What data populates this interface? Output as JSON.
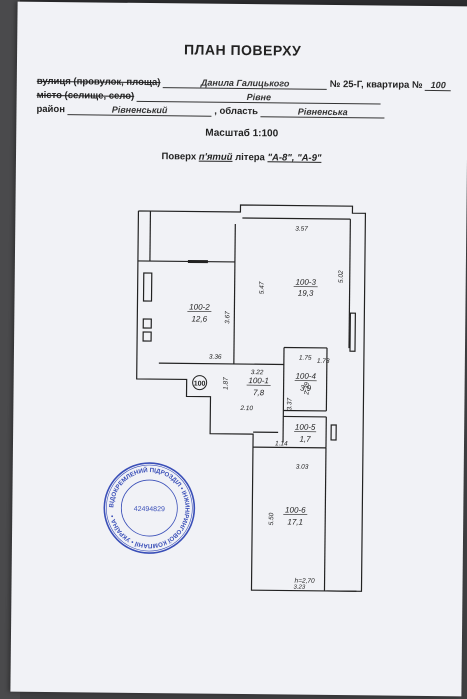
{
  "document": {
    "title": "ПЛАН ПОВЕРХУ",
    "street_label": "вулиця (провулок, площа)",
    "street_value": "Данила Галицького",
    "number_label": "№ 25-Г,",
    "apartment_label": "квартира №",
    "apartment_value": "100",
    "city_label": "місто (селище, село)",
    "city_value": "Рівне",
    "district_label": "район",
    "district_value": "Рівненський",
    "region_label": ", область",
    "region_value": "Рівненська",
    "scale": "Масштаб 1:100",
    "floor_prefix": "Поверх",
    "floor_value": "п'ятий",
    "letter_label": "літера",
    "letter_value": "\"А-8\", \"А-9\""
  },
  "plan": {
    "apartment_tag": "100",
    "rooms": [
      {
        "id": "100-1",
        "area": "7,8"
      },
      {
        "id": "100-2",
        "area": "12,6"
      },
      {
        "id": "100-3",
        "area": "19,3"
      },
      {
        "id": "100-4",
        "area": "3,9"
      },
      {
        "id": "100-5",
        "area": "1,7"
      },
      {
        "id": "100-6",
        "area": "17,1"
      }
    ],
    "dims": {
      "d357": "3.57",
      "d547": "5.47",
      "d502": "5.02",
      "d367": "3.67",
      "d336": "3.36",
      "d175": "1.75",
      "d322": "3.22",
      "d173": "1.73",
      "d187": "1.87",
      "d239": "2.39",
      "d337": "3.37",
      "d210": "2.10",
      "d114": "1.14",
      "d303": "3.03",
      "d550": "5.50",
      "d323": "3.23"
    },
    "height": "h=2,70"
  },
  "stamp": {
    "ring_text": "ВІДОКРЕМЛЕНИЙ ПІДРОЗДІЛ • ІНЖИНІРИНГОВОЇ КОМПАНІЇ • УКРАЇНА •",
    "code": "42494829"
  },
  "colors": {
    "paper": "#f1f2f6",
    "ink": "#222222",
    "stamp": "#3a4fb8"
  }
}
